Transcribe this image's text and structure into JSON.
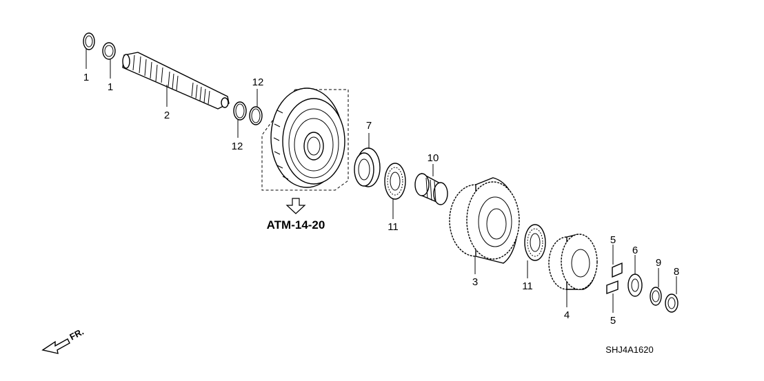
{
  "diagram": {
    "reference_label": "ATM-14-20",
    "diagram_code": "SHJ4A1620",
    "front_arrow_label": "FR.",
    "callouts": {
      "c1a": "1",
      "c1b": "1",
      "c2": "2",
      "c12a": "12",
      "c12b": "12",
      "c7": "7",
      "c10": "10",
      "c11a": "11",
      "c3": "3",
      "c11b": "11",
      "c4": "4",
      "c5a": "5",
      "c5b": "5",
      "c6": "6",
      "c9": "9",
      "c8": "8"
    }
  }
}
